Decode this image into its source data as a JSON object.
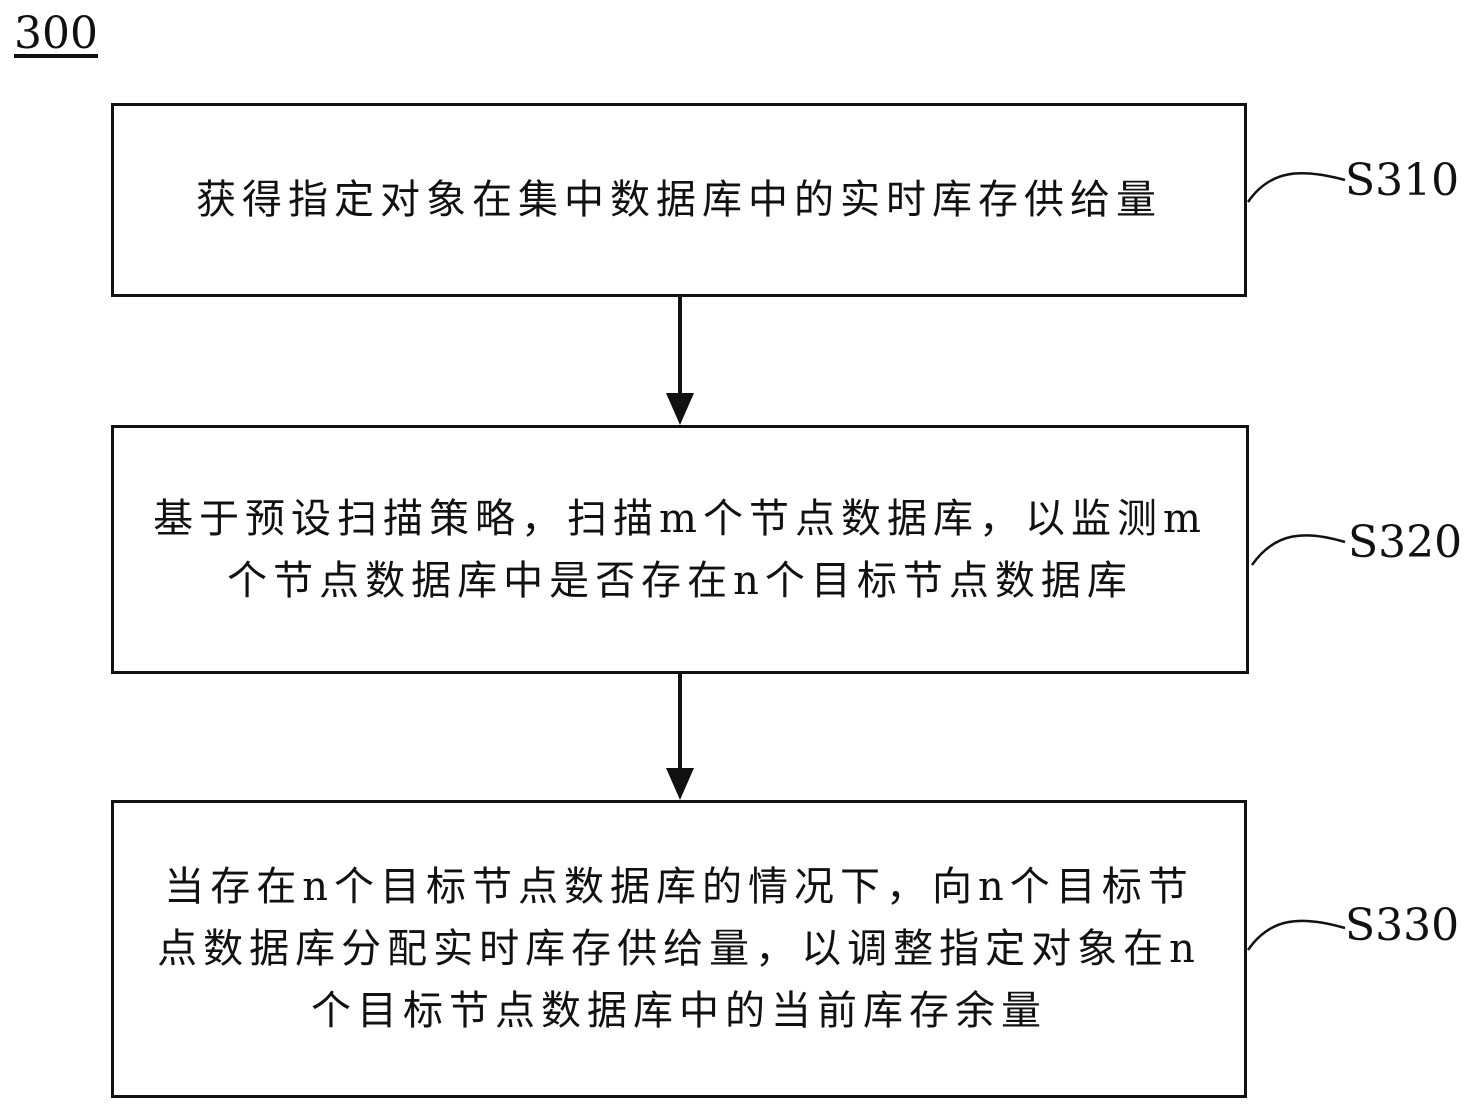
{
  "figure_number": "300",
  "steps": [
    {
      "id": "S310",
      "text": "获得指定对象在集中数据库中的实时库存供给量"
    },
    {
      "id": "S320",
      "text": "基于预设扫描策略，扫描m个节点数据库，以监测m个节点数据库中是否存在n个目标节点数据库"
    },
    {
      "id": "S330",
      "text": "当存在n个目标节点数据库的情况下，向n个目标节点数据库分配实时库存供给量，以调整指定对象在n个目标节点数据库中的当前库存余量"
    }
  ]
}
